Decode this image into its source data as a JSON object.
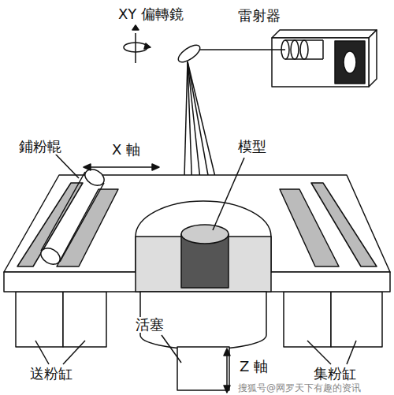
{
  "diagram": {
    "labels": [
      "XY 偏轉鏡",
      "雷射器",
      "鋪粉輥",
      "X 軸",
      "模型",
      "活塞",
      "Z 軸",
      "送粉缸",
      "集粉缸",
      "搜狐号@网罗天下有趣的资讯"
    ]
  }
}
